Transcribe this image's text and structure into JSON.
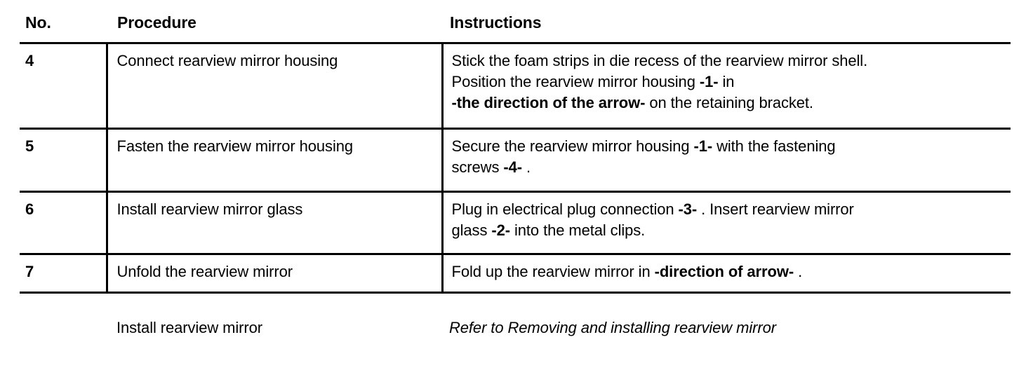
{
  "table": {
    "columns": [
      {
        "key": "no",
        "label": "No."
      },
      {
        "key": "procedure",
        "label": "Procedure"
      },
      {
        "key": "instructions",
        "label": "Instructions"
      }
    ],
    "rows": [
      {
        "no": "4",
        "procedure": "Connect rearview mirror housing",
        "instructions_lines": [
          [
            {
              "text": "Stick the foam strips in die recess of the rearview mirror shell.",
              "bold": false
            }
          ],
          [
            {
              "text": "Position the rearview mirror housing ",
              "bold": false
            },
            {
              "text": "-1-",
              "bold": true
            },
            {
              "text": " in",
              "bold": false
            }
          ],
          [
            {
              "text": "-the direction of the arrow-",
              "bold": true
            },
            {
              "text": " on the retaining bracket.",
              "bold": false
            }
          ]
        ]
      },
      {
        "no": "5",
        "procedure": "Fasten the rearview mirror housing",
        "instructions_lines": [
          [
            {
              "text": "Secure the rearview mirror housing ",
              "bold": false
            },
            {
              "text": "-1-",
              "bold": true
            },
            {
              "text": " with the fastening",
              "bold": false
            }
          ],
          [
            {
              "text": "screws ",
              "bold": false
            },
            {
              "text": "-4-",
              "bold": true
            },
            {
              "text": " .",
              "bold": false
            }
          ]
        ]
      },
      {
        "no": "6",
        "procedure": "Install rearview mirror glass",
        "instructions_lines": [
          [
            {
              "text": "Plug in electrical plug connection ",
              "bold": false
            },
            {
              "text": "-3-",
              "bold": true
            },
            {
              "text": " . Insert rearview mirror",
              "bold": false
            }
          ],
          [
            {
              "text": "glass ",
              "bold": false
            },
            {
              "text": "-2-",
              "bold": true
            },
            {
              "text": " into the metal clips.",
              "bold": false
            }
          ]
        ]
      },
      {
        "no": "7",
        "procedure": "Unfold the rearview mirror",
        "instructions_lines": [
          [
            {
              "text": "Fold up the rearview mirror in ",
              "bold": false
            },
            {
              "text": "-direction of arrow-",
              "bold": true
            },
            {
              "text": " .",
              "bold": false
            }
          ]
        ]
      }
    ],
    "footer": {
      "no": "",
      "procedure": "Install rearview mirror",
      "instructions": "Refer to Removing and installing rearview mirror"
    }
  },
  "style": {
    "text_color": "#000000",
    "background_color": "#ffffff",
    "rule_color": "#000000"
  }
}
